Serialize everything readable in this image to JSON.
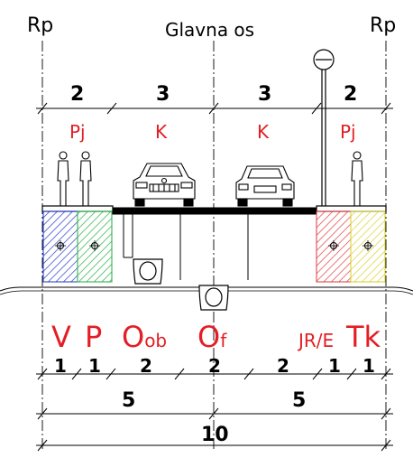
{
  "header": {
    "rp_left": "Rp",
    "rp_right": "Rp",
    "title": "Glavna os"
  },
  "top_dimensions": [
    "2",
    "3",
    "3",
    "2"
  ],
  "lane_labels": [
    "Pj",
    "K",
    "K",
    "Pj"
  ],
  "zone_labels": {
    "v": "V",
    "p": "P",
    "oob_main": "O",
    "oob_sub": "ob",
    "of_main": "O",
    "of_sub": "f",
    "jre": "JR/E",
    "tk": "Tk"
  },
  "bottom_row1": [
    "1",
    "1",
    "2",
    "2",
    "2",
    "1",
    "1"
  ],
  "bottom_row2": [
    "5",
    "5"
  ],
  "bottom_row3": [
    "10"
  ],
  "colors": {
    "red": "#e31e24",
    "blue": "#1f35c9",
    "green": "#1fae3c",
    "hatch_red": "#e0363a",
    "hatch_yellow": "#d9cf2a"
  }
}
